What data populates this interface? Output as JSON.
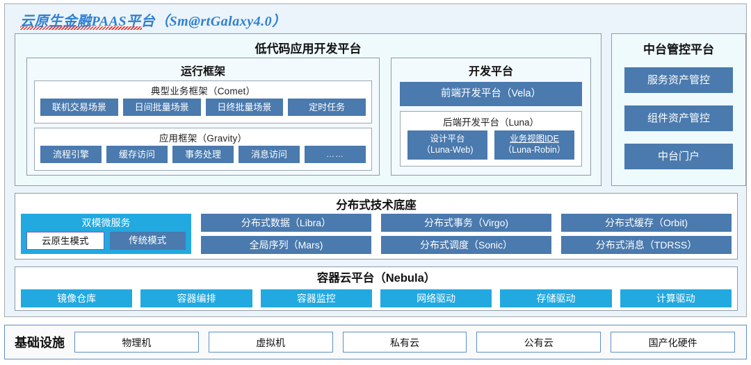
{
  "diagram": {
    "title": "云原生金融PAAS平台（Sm@rtGalaxy4.0）",
    "title_spellcheck_underline": true,
    "colors": {
      "accent_blue": "#4a7aae",
      "accent_cyan": "#22a9e0",
      "title_blue": "#2f7fd1",
      "squiggle_red": "#e8271f",
      "panel_bg": "#eaf4fa",
      "infra_border": "#5b8fc9"
    }
  },
  "lowcode": {
    "title": "低代码应用开发平台",
    "runtime": {
      "title": "运行框架",
      "comet": {
        "title": "典型业务框架（Comet）",
        "items": [
          "联机交易场景",
          "日间批量场景",
          "日终批量场景",
          "定时任务"
        ]
      },
      "gravity": {
        "title": "应用框架（Gravity）",
        "items": [
          "流程引擎",
          "缓存访问",
          "事务处理",
          "消息访问",
          "……"
        ]
      }
    },
    "devplatform": {
      "title": "开发平台",
      "frontend": "前端开发平台（Vela）",
      "backend": {
        "title": "后端开发平台（Luna）",
        "items": [
          {
            "name": "设计平台",
            "code": "（Luna-Web)",
            "underline": false
          },
          {
            "name": "业务视图IDE",
            "code": "（Luna-Robin）",
            "underline": true
          }
        ]
      }
    }
  },
  "midplatform": {
    "title": "中台管控平台",
    "items": [
      "服务资产管控",
      "组件资产管控",
      "中台门户"
    ]
  },
  "distbase": {
    "title": "分布式技术底座",
    "dual_mode": {
      "title": "双模微服务",
      "modes": [
        {
          "label": "云原生模式",
          "style": "white"
        },
        {
          "label": "传统模式",
          "style": "blue"
        }
      ]
    },
    "columns": [
      [
        "分布式数据（Libra）",
        "全局序列（Mars)"
      ],
      [
        "分布式事务（Virgo)",
        "分布式调度（Sonic）"
      ],
      [
        "分布式缓存（Orbit)",
        "分布式消息（TDRSS）"
      ]
    ]
  },
  "container_cloud": {
    "title": "容器云平台（Nebula）",
    "items": [
      "镜像仓库",
      "容器编排",
      "容器监控",
      "网络驱动",
      "存储驱动",
      "计算驱动"
    ]
  },
  "infrastructure": {
    "label": "基础设施",
    "items": [
      "物理机",
      "虚拟机",
      "私有云",
      "公有云",
      "国产化硬件"
    ]
  }
}
